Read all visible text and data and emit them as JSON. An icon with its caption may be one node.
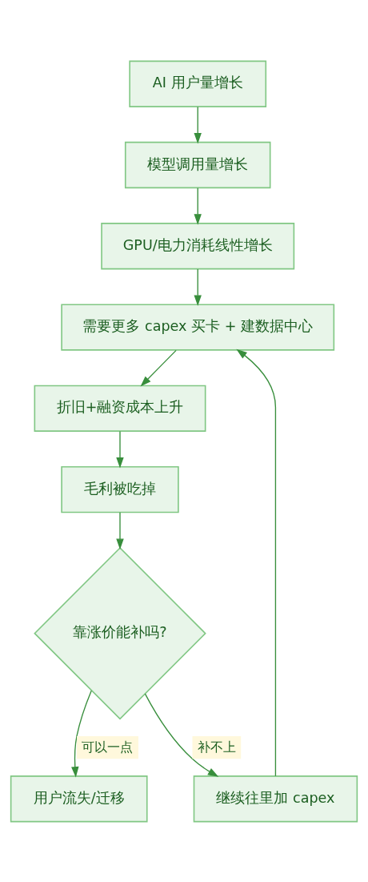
{
  "diagram": {
    "nodes": [
      {
        "text": [
          "AI 用户量增长"
        ]
      },
      {
        "text": [
          "模型调用量增长"
        ]
      },
      {
        "text": [
          "GPU/电力消耗线性增长"
        ]
      },
      {
        "text": [
          "需要更多 capex 买卡 + 建数据中心"
        ]
      },
      {
        "text": [
          "折旧+融资成本上升"
        ]
      },
      {
        "text": [
          "毛利被吃掉"
        ]
      },
      {
        "text": [
          "靠涨价能补吗?"
        ]
      },
      {
        "text": [
          "用户流失/迁移"
        ]
      },
      {
        "text": [
          "继续往里加 capex"
        ]
      }
    ],
    "edges": [
      {
        "from": 0,
        "to": 1,
        "arrow": "to"
      },
      {
        "from": 1,
        "to": 2,
        "arrow": "to"
      },
      {
        "from": 2,
        "to": 3,
        "arrow": "to"
      },
      {
        "from": 3,
        "to": 4,
        "arrow": "to"
      },
      {
        "from": 4,
        "to": 5,
        "arrow": "to"
      },
      {
        "from": 5,
        "to": 6,
        "arrow": "to"
      },
      {
        "from": 6,
        "to": 7,
        "arrow": "to",
        "label": "可以一点"
      },
      {
        "from": 6,
        "to": 8,
        "arrow": "to",
        "label": "补不上"
      },
      {
        "from": 8,
        "to": 3,
        "arrow": "to"
      }
    ]
  }
}
